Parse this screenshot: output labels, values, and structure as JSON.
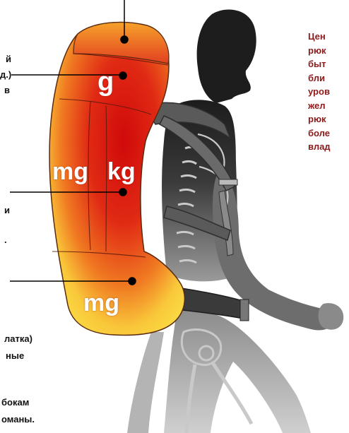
{
  "pack_labels": {
    "top": "g",
    "middle_left": "mg",
    "middle_right": "kg",
    "bottom": "mg"
  },
  "left_text": {
    "line1": "й",
    "line2": "д.)",
    "line3": "в",
    "line4": "и",
    "line5": ".",
    "line6": "латка)",
    "line7": "ные",
    "line8": "бокам",
    "line9": "оманы."
  },
  "right_text": {
    "lines": [
      "Цен",
      "рюк",
      "быт",
      "бли",
      "уров",
      "жел",
      "рюк",
      "боле",
      "влад"
    ]
  },
  "colors": {
    "pack_top": "#e8502a",
    "pack_middle": "#d41414",
    "pack_bottom": "#f7e24a",
    "silhouette": "#2a2a2a",
    "skeleton": "#bdbdbd",
    "leader_line": "#000000",
    "right_text": "#8b1a1a"
  },
  "icons": [
    "backpack-illustration",
    "hiker-silhouette",
    "skeleton-overlay",
    "center-of-mass-dot"
  ]
}
